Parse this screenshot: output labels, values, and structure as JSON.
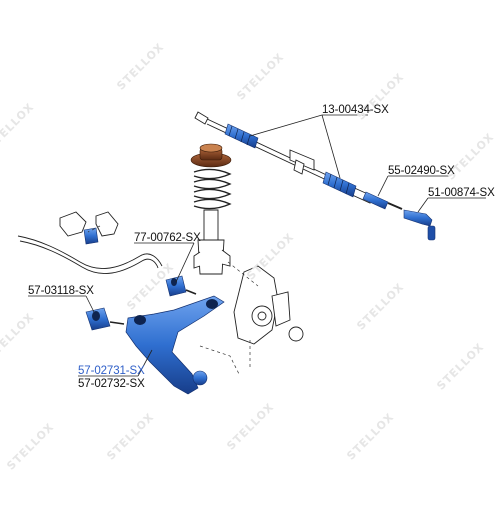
{
  "watermark": {
    "text": "STELLOX"
  },
  "colors": {
    "highlight": "#2f5fc8",
    "part_blue": "#2f6fd0",
    "part_blue_dark": "#1b3f8a",
    "spring_brown": "#7a3b1d",
    "line": "#222222",
    "label_text": "#111111"
  },
  "callouts": [
    {
      "id": "steering-rack-boot",
      "part": "13-00434-SX",
      "highlight": false
    },
    {
      "id": "inner-tie-rod",
      "part": "55-02490-SX",
      "highlight": false
    },
    {
      "id": "tie-rod-end",
      "part": "51-00874-SX",
      "highlight": false
    },
    {
      "id": "stabilizer-bushing",
      "part": "77-00762-SX",
      "highlight": false
    },
    {
      "id": "arm-rear-bushing",
      "part": "57-03118-SX",
      "highlight": false
    },
    {
      "id": "control-arm-left",
      "part": "57-02731-SX",
      "highlight": true
    },
    {
      "id": "control-arm-right",
      "part": "57-02732-SX",
      "highlight": false
    }
  ]
}
